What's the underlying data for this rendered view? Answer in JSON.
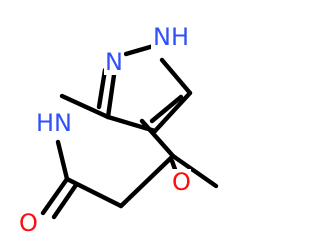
{
  "molecule": {
    "atoms": {
      "n1": {
        "label": "N",
        "color": "#3050F8"
      },
      "nh_pyrazole": {
        "label": "NH",
        "color": "#3050F8"
      },
      "nh_amide": {
        "label": "HN",
        "color": "#3050F8"
      },
      "o_amide": {
        "label": "O",
        "color": "#FF0D0D"
      },
      "o_ketone": {
        "label": "O",
        "color": "#FF0D0D"
      }
    }
  }
}
